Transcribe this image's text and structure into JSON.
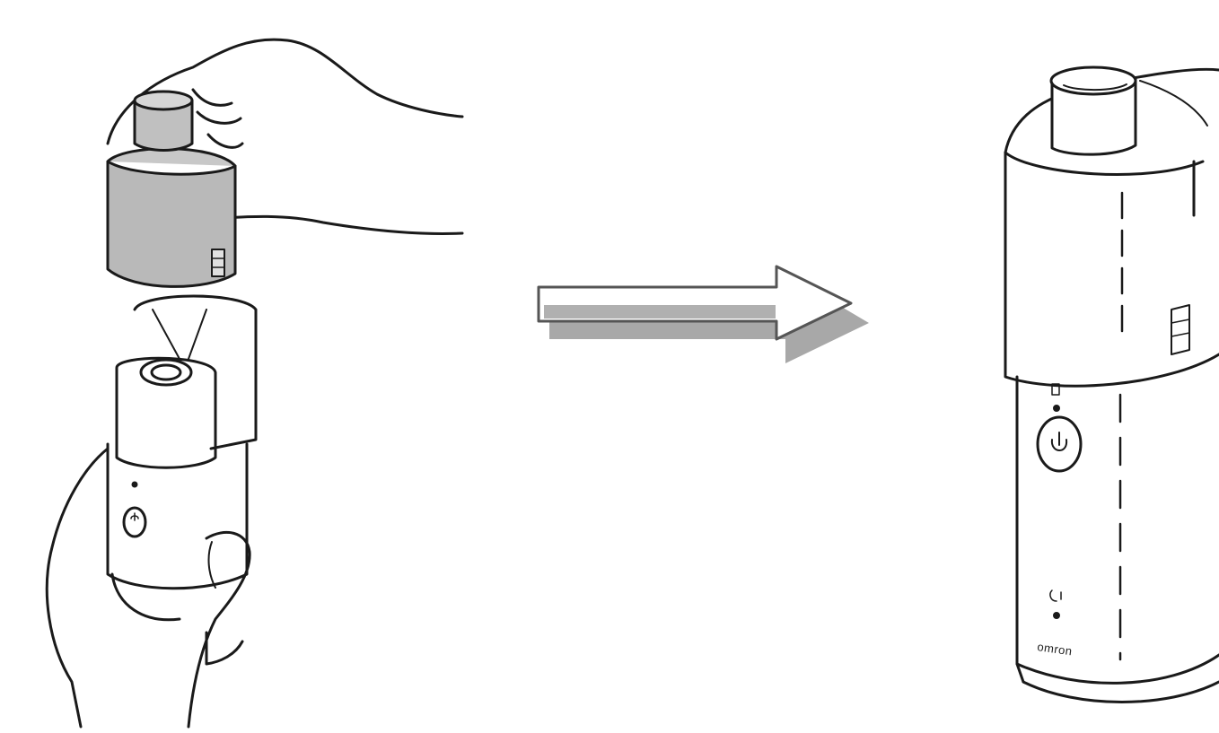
{
  "illustration": {
    "left_step": {
      "caption": "",
      "parts": [
        "hand-top",
        "medication-cup",
        "device-body",
        "hand-bottom"
      ]
    },
    "arrow": {
      "direction": "right"
    },
    "right_step": {
      "caption": "",
      "brand": "omron",
      "parts": [
        "assembled-nebulizer",
        "mouthpiece",
        "power-button",
        "indicator-lights"
      ]
    }
  },
  "colors": {
    "line": "#1a1a1a",
    "gray_fill": "#b9b9b9",
    "arrow_fill": "#ffffff",
    "arrow_shadow": "#a8a8a8",
    "background": "#ffffff"
  }
}
